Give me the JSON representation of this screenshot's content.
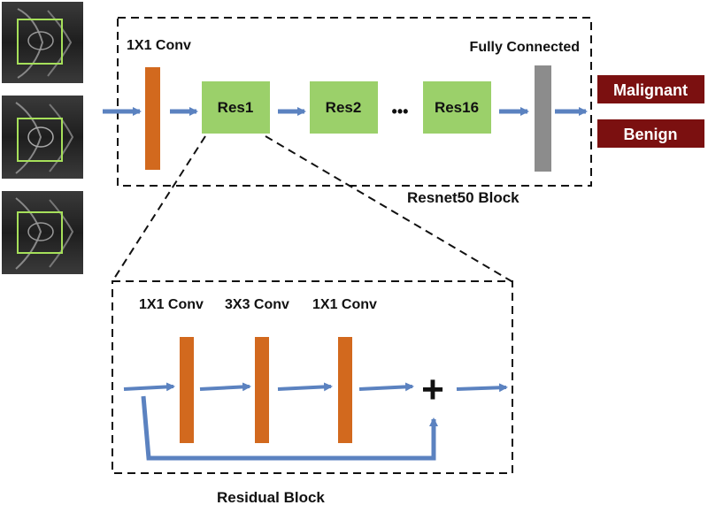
{
  "colors": {
    "conv": "#d2691e",
    "res": "#9bd06a",
    "fc": "#8c8c8c",
    "output": "#7b1010",
    "arrow": "#5b82c0",
    "roi": "#a6e05a",
    "scan_bg": "#2b2b2b"
  },
  "resnet_block": {
    "title": "Resnet50 Block",
    "conv_label": "1X1 Conv",
    "fc_label": "Fully Connected",
    "res_blocks": [
      "Res1",
      "Res2",
      "Res16"
    ],
    "ellipsis": "•••"
  },
  "outputs": [
    "Malignant",
    "Benign"
  ],
  "residual_block": {
    "title": "Residual Block",
    "layers": [
      "1X1 Conv",
      "3X3 Conv",
      "1X1 Conv"
    ],
    "add_symbol": "+"
  },
  "input_scans": [
    "ct-slice-1",
    "ct-slice-2",
    "ct-slice-3"
  ]
}
